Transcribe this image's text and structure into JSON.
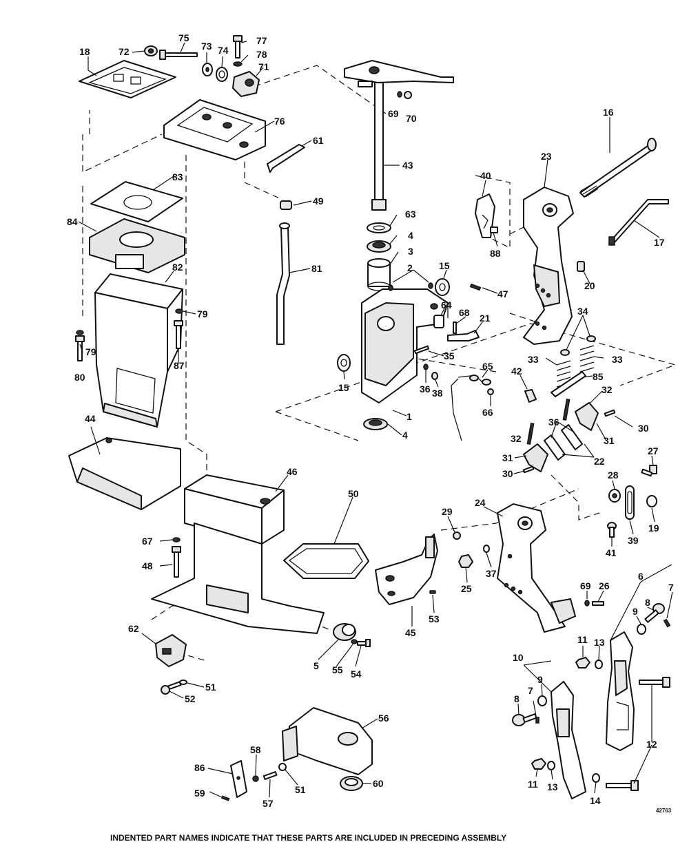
{
  "drawing_number": "42763",
  "footnote": "INDENTED PART NAMES INDICATE THAT THESE PARTS ARE INCLUDED IN PRECEDING ASSEMBLY",
  "callouts": [
    {
      "id": "c18",
      "text": "18"
    },
    {
      "id": "c72",
      "text": "72"
    },
    {
      "id": "c75",
      "text": "75"
    },
    {
      "id": "c73",
      "text": "73"
    },
    {
      "id": "c74",
      "text": "74"
    },
    {
      "id": "c77",
      "text": "77"
    },
    {
      "id": "c78",
      "text": "78"
    },
    {
      "id": "c71",
      "text": "71"
    },
    {
      "id": "c76",
      "text": "76"
    },
    {
      "id": "c61",
      "text": "61"
    },
    {
      "id": "c49",
      "text": "49"
    },
    {
      "id": "c83",
      "text": "83"
    },
    {
      "id": "c84",
      "text": "84"
    },
    {
      "id": "c82",
      "text": "82"
    },
    {
      "id": "c81",
      "text": "81"
    },
    {
      "id": "c79a",
      "text": "79"
    },
    {
      "id": "c79b",
      "text": "79"
    },
    {
      "id": "c80",
      "text": "80"
    },
    {
      "id": "c87",
      "text": "87"
    },
    {
      "id": "c44",
      "text": "44"
    },
    {
      "id": "c69a",
      "text": "69"
    },
    {
      "id": "c70",
      "text": "70"
    },
    {
      "id": "c43",
      "text": "43"
    },
    {
      "id": "c63",
      "text": "63"
    },
    {
      "id": "c4a",
      "text": "4"
    },
    {
      "id": "c3",
      "text": "3"
    },
    {
      "id": "c2",
      "text": "2"
    },
    {
      "id": "c15a",
      "text": "15"
    },
    {
      "id": "c64",
      "text": "64"
    },
    {
      "id": "c68",
      "text": "68"
    },
    {
      "id": "c21",
      "text": "21"
    },
    {
      "id": "c47",
      "text": "47"
    },
    {
      "id": "c35",
      "text": "35"
    },
    {
      "id": "c15b",
      "text": "15"
    },
    {
      "id": "c36a",
      "text": "36"
    },
    {
      "id": "c38",
      "text": "38"
    },
    {
      "id": "c65",
      "text": "65"
    },
    {
      "id": "c66",
      "text": "66"
    },
    {
      "id": "c1",
      "text": "1"
    },
    {
      "id": "c4b",
      "text": "4"
    },
    {
      "id": "c40",
      "text": "40"
    },
    {
      "id": "c88",
      "text": "88"
    },
    {
      "id": "c42",
      "text": "42"
    },
    {
      "id": "c23",
      "text": "23"
    },
    {
      "id": "c16",
      "text": "16"
    },
    {
      "id": "c17",
      "text": "17"
    },
    {
      "id": "c20",
      "text": "20"
    },
    {
      "id": "c34",
      "text": "34"
    },
    {
      "id": "c33a",
      "text": "33"
    },
    {
      "id": "c33b",
      "text": "33"
    },
    {
      "id": "c85",
      "text": "85"
    },
    {
      "id": "c32a",
      "text": "32"
    },
    {
      "id": "c32b",
      "text": "32"
    },
    {
      "id": "c30a",
      "text": "30"
    },
    {
      "id": "c31a",
      "text": "31"
    },
    {
      "id": "c36b",
      "text": "36"
    },
    {
      "id": "c22",
      "text": "22"
    },
    {
      "id": "c31b",
      "text": "31"
    },
    {
      "id": "c30b",
      "text": "30"
    },
    {
      "id": "c27",
      "text": "27"
    },
    {
      "id": "c28",
      "text": "28"
    },
    {
      "id": "c19",
      "text": "19"
    },
    {
      "id": "c39",
      "text": "39"
    },
    {
      "id": "c41",
      "text": "41"
    },
    {
      "id": "c46",
      "text": "46"
    },
    {
      "id": "c50",
      "text": "50"
    },
    {
      "id": "c67",
      "text": "67"
    },
    {
      "id": "c48",
      "text": "48"
    },
    {
      "id": "c29",
      "text": "29"
    },
    {
      "id": "c24",
      "text": "24"
    },
    {
      "id": "c37",
      "text": "37"
    },
    {
      "id": "c25",
      "text": "25"
    },
    {
      "id": "c45",
      "text": "45"
    },
    {
      "id": "c53",
      "text": "53"
    },
    {
      "id": "c69b",
      "text": "69"
    },
    {
      "id": "c26",
      "text": "26"
    },
    {
      "id": "c6",
      "text": "6"
    },
    {
      "id": "c7a",
      "text": "7"
    },
    {
      "id": "c8a",
      "text": "8"
    },
    {
      "id": "c9a",
      "text": "9"
    },
    {
      "id": "c62",
      "text": "62"
    },
    {
      "id": "c5",
      "text": "5"
    },
    {
      "id": "c55",
      "text": "55"
    },
    {
      "id": "c54",
      "text": "54"
    },
    {
      "id": "c51a",
      "text": "51"
    },
    {
      "id": "c52",
      "text": "52"
    },
    {
      "id": "c11a",
      "text": "11"
    },
    {
      "id": "c13a",
      "text": "13"
    },
    {
      "id": "c10",
      "text": "10"
    },
    {
      "id": "c9b",
      "text": "9"
    },
    {
      "id": "c7b",
      "text": "7"
    },
    {
      "id": "c8b",
      "text": "8"
    },
    {
      "id": "c12",
      "text": "12"
    },
    {
      "id": "c56",
      "text": "56"
    },
    {
      "id": "c58",
      "text": "58"
    },
    {
      "id": "c86",
      "text": "86"
    },
    {
      "id": "c51b",
      "text": "51"
    },
    {
      "id": "c57",
      "text": "57"
    },
    {
      "id": "c60",
      "text": "60"
    },
    {
      "id": "c59",
      "text": "59"
    },
    {
      "id": "c11b",
      "text": "11"
    },
    {
      "id": "c13b",
      "text": "13"
    },
    {
      "id": "c14",
      "text": "14"
    }
  ]
}
